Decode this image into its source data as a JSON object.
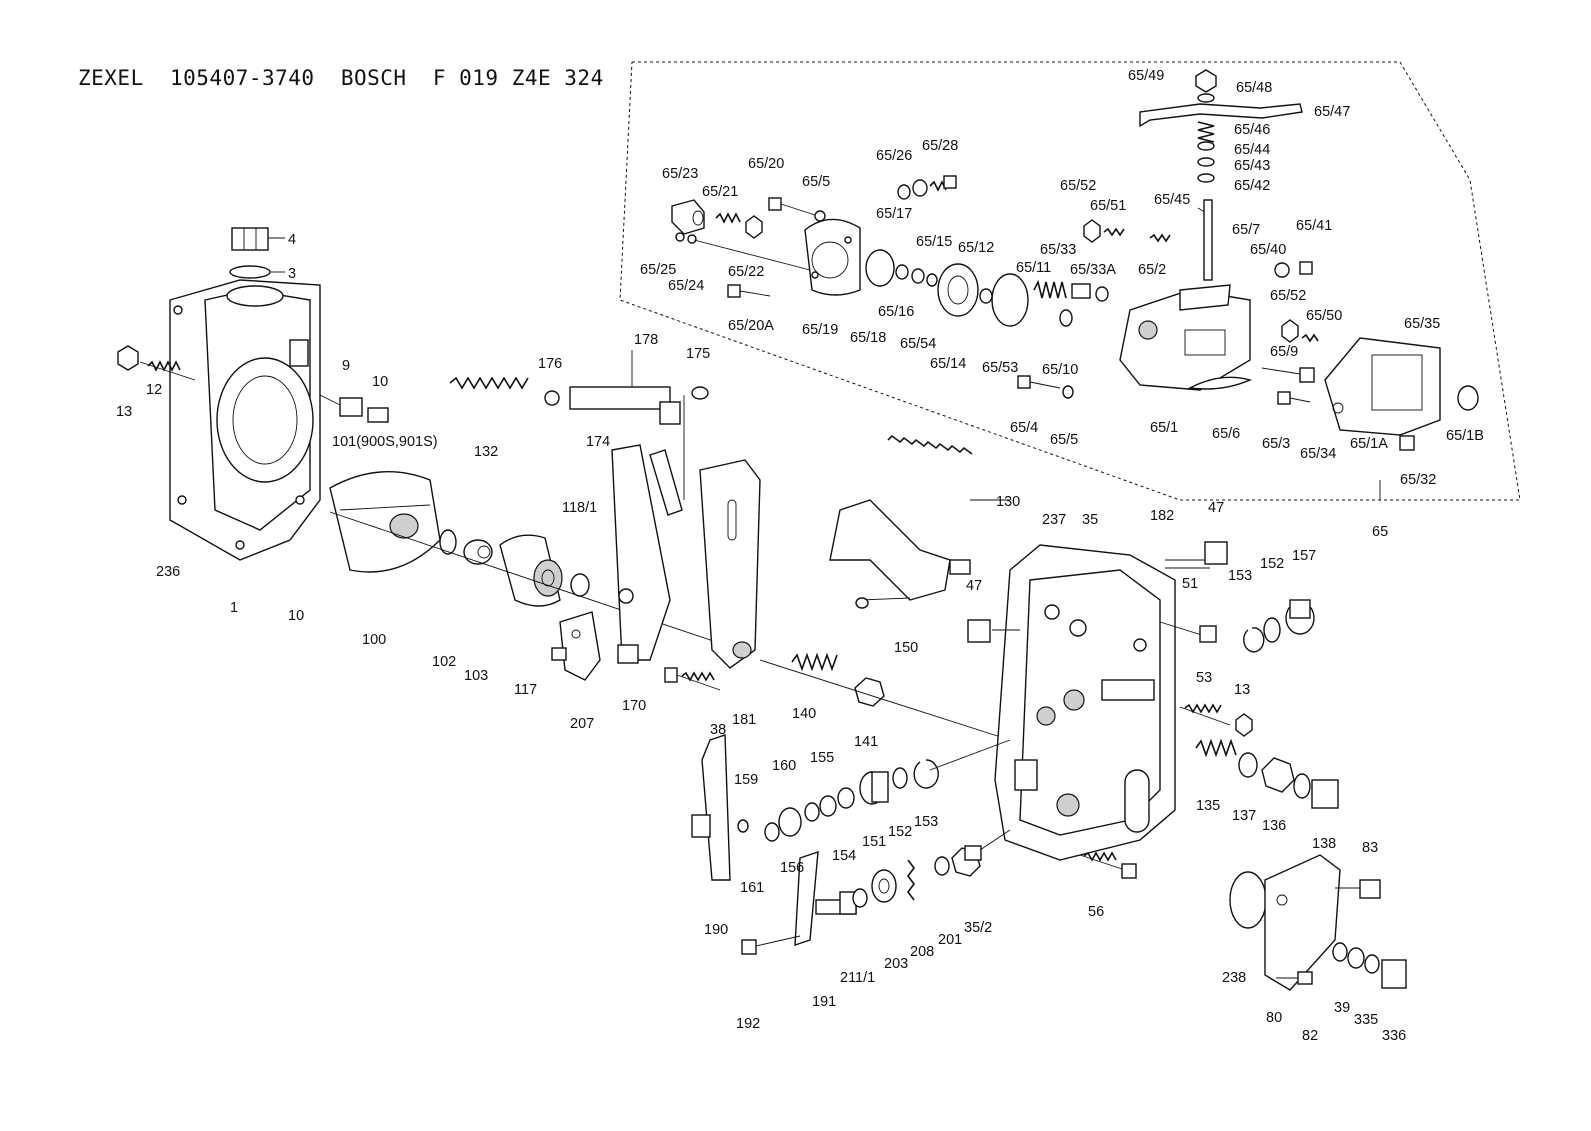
{
  "title": "ZEXEL  105407-3740  BOSCH  F 019 Z4E 324",
  "labels": [
    {
      "id": "4",
      "text": "4"
    },
    {
      "id": "3",
      "text": "3"
    },
    {
      "id": "13a",
      "text": "13"
    },
    {
      "id": "12",
      "text": "12"
    },
    {
      "id": "9",
      "text": "9"
    },
    {
      "id": "10a",
      "text": "10"
    },
    {
      "id": "101",
      "text": "101(900S,901S)"
    },
    {
      "id": "132",
      "text": "132"
    },
    {
      "id": "236",
      "text": "236"
    },
    {
      "id": "1",
      "text": "1"
    },
    {
      "id": "10b",
      "text": "10"
    },
    {
      "id": "100",
      "text": "100"
    },
    {
      "id": "102",
      "text": "102"
    },
    {
      "id": "103",
      "text": "103"
    },
    {
      "id": "117",
      "text": "117"
    },
    {
      "id": "118_1",
      "text": "118/1"
    },
    {
      "id": "176",
      "text": "176"
    },
    {
      "id": "178",
      "text": "178"
    },
    {
      "id": "175",
      "text": "175"
    },
    {
      "id": "174",
      "text": "174"
    },
    {
      "id": "207",
      "text": "207"
    },
    {
      "id": "170",
      "text": "170"
    },
    {
      "id": "181",
      "text": "181"
    },
    {
      "id": "140",
      "text": "140"
    },
    {
      "id": "141",
      "text": "141"
    },
    {
      "id": "130",
      "text": "130"
    },
    {
      "id": "150",
      "text": "150"
    },
    {
      "id": "237",
      "text": "237"
    },
    {
      "id": "35",
      "text": "35"
    },
    {
      "id": "182",
      "text": "182"
    },
    {
      "id": "47a",
      "text": "47"
    },
    {
      "id": "47b",
      "text": "47"
    },
    {
      "id": "51",
      "text": "51"
    },
    {
      "id": "153a",
      "text": "153"
    },
    {
      "id": "152a",
      "text": "152"
    },
    {
      "id": "157",
      "text": "157"
    },
    {
      "id": "53",
      "text": "53"
    },
    {
      "id": "13b",
      "text": "13"
    },
    {
      "id": "135",
      "text": "135"
    },
    {
      "id": "137",
      "text": "137"
    },
    {
      "id": "136",
      "text": "136"
    },
    {
      "id": "38",
      "text": "38"
    },
    {
      "id": "159",
      "text": "159"
    },
    {
      "id": "160",
      "text": "160"
    },
    {
      "id": "155",
      "text": "155"
    },
    {
      "id": "156",
      "text": "156"
    },
    {
      "id": "154",
      "text": "154"
    },
    {
      "id": "151",
      "text": "151"
    },
    {
      "id": "152b",
      "text": "152"
    },
    {
      "id": "153b",
      "text": "153"
    },
    {
      "id": "161",
      "text": "161"
    },
    {
      "id": "190",
      "text": "190"
    },
    {
      "id": "191",
      "text": "191"
    },
    {
      "id": "192",
      "text": "192"
    },
    {
      "id": "211_1",
      "text": "211/1"
    },
    {
      "id": "203",
      "text": "203"
    },
    {
      "id": "208",
      "text": "208"
    },
    {
      "id": "201",
      "text": "201"
    },
    {
      "id": "35_2",
      "text": "35/2"
    },
    {
      "id": "56",
      "text": "56"
    },
    {
      "id": "238",
      "text": "238"
    },
    {
      "id": "138",
      "text": "138"
    },
    {
      "id": "83",
      "text": "83"
    },
    {
      "id": "80",
      "text": "80"
    },
    {
      "id": "82",
      "text": "82"
    },
    {
      "id": "39",
      "text": "39"
    },
    {
      "id": "335",
      "text": "335"
    },
    {
      "id": "336",
      "text": "336"
    },
    {
      "id": "65",
      "text": "65"
    },
    {
      "id": "65_23",
      "text": "65/23"
    },
    {
      "id": "65_20",
      "text": "65/20"
    },
    {
      "id": "65_5a",
      "text": "65/5"
    },
    {
      "id": "65_21",
      "text": "65/21"
    },
    {
      "id": "65_26",
      "text": "65/26"
    },
    {
      "id": "65_28",
      "text": "65/28"
    },
    {
      "id": "65_17",
      "text": "65/17"
    },
    {
      "id": "65_15",
      "text": "65/15"
    },
    {
      "id": "65_12",
      "text": "65/12"
    },
    {
      "id": "65_52a",
      "text": "65/52"
    },
    {
      "id": "65_51",
      "text": "65/51"
    },
    {
      "id": "65_33",
      "text": "65/33"
    },
    {
      "id": "65_11",
      "text": "65/11"
    },
    {
      "id": "65_33A",
      "text": "65/33A"
    },
    {
      "id": "65_2",
      "text": "65/2"
    },
    {
      "id": "65_25",
      "text": "65/25"
    },
    {
      "id": "65_24",
      "text": "65/24"
    },
    {
      "id": "65_22",
      "text": "65/22"
    },
    {
      "id": "65_20A",
      "text": "65/20A"
    },
    {
      "id": "65_19",
      "text": "65/19"
    },
    {
      "id": "65_18",
      "text": "65/18"
    },
    {
      "id": "65_16",
      "text": "65/16"
    },
    {
      "id": "65_54",
      "text": "65/54"
    },
    {
      "id": "65_14",
      "text": "65/14"
    },
    {
      "id": "65_53",
      "text": "65/53"
    },
    {
      "id": "65_10",
      "text": "65/10"
    },
    {
      "id": "65_4",
      "text": "65/4"
    },
    {
      "id": "65_5b",
      "text": "65/5"
    },
    {
      "id": "65_1",
      "text": "65/1"
    },
    {
      "id": "65_6",
      "text": "65/6"
    },
    {
      "id": "65_49",
      "text": "65/49"
    },
    {
      "id": "65_48",
      "text": "65/48"
    },
    {
      "id": "65_47",
      "text": "65/47"
    },
    {
      "id": "65_46",
      "text": "65/46"
    },
    {
      "id": "65_44",
      "text": "65/44"
    },
    {
      "id": "65_43",
      "text": "65/43"
    },
    {
      "id": "65_42",
      "text": "65/42"
    },
    {
      "id": "65_45",
      "text": "65/45"
    },
    {
      "id": "65_7",
      "text": "65/7"
    },
    {
      "id": "65_41",
      "text": "65/41"
    },
    {
      "id": "65_40",
      "text": "65/40"
    },
    {
      "id": "65_52b",
      "text": "65/52"
    },
    {
      "id": "65_50",
      "text": "65/50"
    },
    {
      "id": "65_35",
      "text": "65/35"
    },
    {
      "id": "65_9",
      "text": "65/9"
    },
    {
      "id": "65_3",
      "text": "65/3"
    },
    {
      "id": "65_34",
      "text": "65/34"
    },
    {
      "id": "65_1A",
      "text": "65/1A"
    },
    {
      "id": "65_1B",
      "text": "65/1B"
    },
    {
      "id": "65_32",
      "text": "65/32"
    }
  ]
}
